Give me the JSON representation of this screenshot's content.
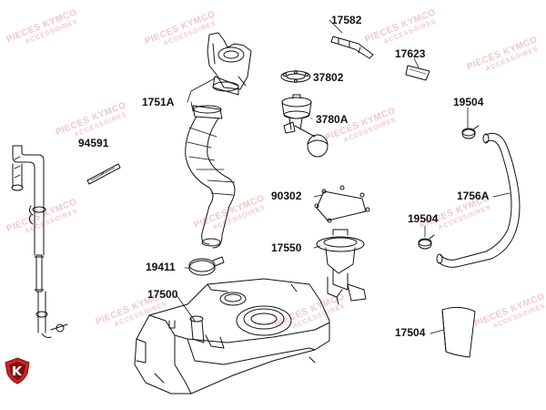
{
  "watermark": {
    "line1": "PIECES KYMCO",
    "line2": "ACCESSOIRES"
  },
  "colors": {
    "ink": "#111111",
    "watermark": "#f0c8c8",
    "logo_red": "#d42020",
    "logo_dark": "#7a0f0f"
  },
  "callouts": [
    {
      "id": "17582",
      "label": "17582"
    },
    {
      "id": "37802",
      "label": "37802"
    },
    {
      "id": "17623",
      "label": "17623"
    },
    {
      "id": "1751A",
      "label": "1751A"
    },
    {
      "id": "3780A",
      "label": "3780A"
    },
    {
      "id": "19504a",
      "label": "19504"
    },
    {
      "id": "94591",
      "label": "94591"
    },
    {
      "id": "90302",
      "label": "90302"
    },
    {
      "id": "1756A",
      "label": "1756A"
    },
    {
      "id": "19504b",
      "label": "19504"
    },
    {
      "id": "17550",
      "label": "17550"
    },
    {
      "id": "19411",
      "label": "19411"
    },
    {
      "id": "17500",
      "label": "17500"
    },
    {
      "id": "17504",
      "label": "17504"
    }
  ]
}
